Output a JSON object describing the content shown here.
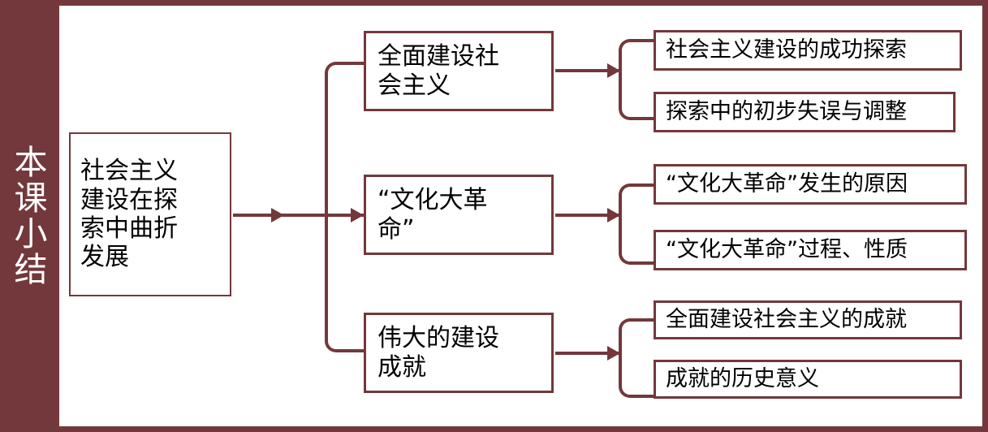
{
  "title_bar": {
    "label": "本课小结",
    "background_color": "#73383b",
    "text_color": "#ffffff"
  },
  "frame": {
    "border_color": "#73383b",
    "background_color": "#ffffff"
  },
  "diagram": {
    "type": "tree",
    "accent_color": "#73383b",
    "root": {
      "label": "社会主义建设在探索中曲折发展",
      "lines": [
        "社会主义",
        "建设在探",
        "索中曲折",
        "发展"
      ]
    },
    "branches": [
      {
        "label": "全面建设社会主义",
        "lines": [
          "全面建设社",
          "会主义"
        ],
        "leaves": [
          {
            "label": "社会主义建设的成功探索"
          },
          {
            "label": "探索中的初步失误与调整"
          }
        ]
      },
      {
        "label": "“文化大革命”",
        "lines": [
          "“文化大革",
          "命”"
        ],
        "leaves": [
          {
            "label": "“文化大革命”发生的原因"
          },
          {
            "label": "“文化大革命”过程、性质"
          }
        ]
      },
      {
        "label": "伟大的建设成就",
        "lines": [
          "伟大的建设",
          "成就"
        ],
        "leaves": [
          {
            "label": "全面建设社会主义的成就"
          },
          {
            "label": "成就的历史意义"
          }
        ]
      }
    ]
  }
}
